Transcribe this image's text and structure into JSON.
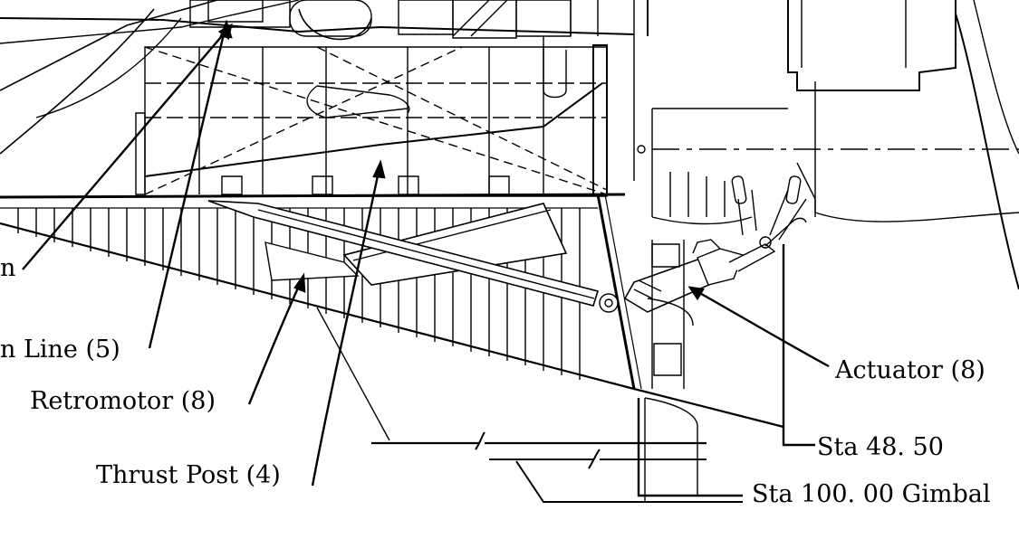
{
  "labels": {
    "partial_left": "n",
    "line": "n Line (5)",
    "retromotor": "Retromotor (8)",
    "thrust_post": "Thrust Post (4)",
    "actuator": "Actuator (8)",
    "sta_48": "Sta 48. 50",
    "sta_100": "Sta 100. 00 Gimbal"
  }
}
